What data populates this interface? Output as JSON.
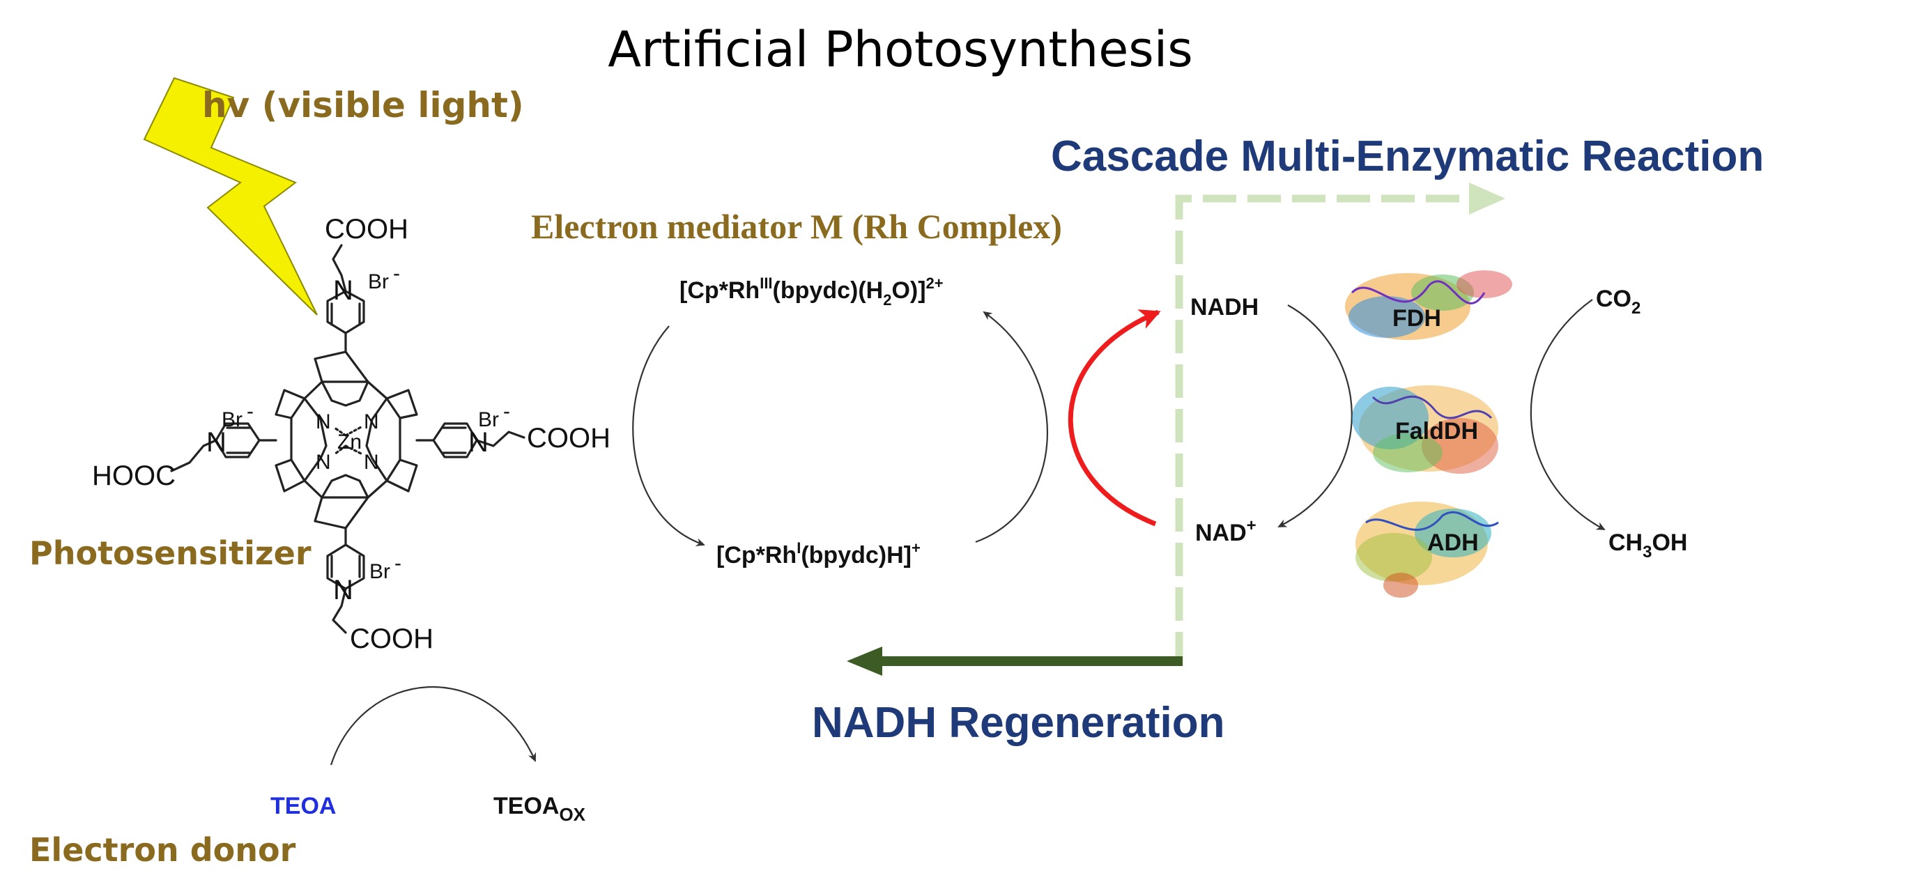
{
  "title": "Artificial Photosynthesis",
  "light_label": "hv (visible light)",
  "photosensitizer": {
    "label": "Photosensitizer",
    "groups": [
      "COOH",
      "HOOC",
      "COOH",
      "COOH"
    ],
    "bromide": "Br",
    "charge": "-",
    "metal": "Zn",
    "nitrogen": "N"
  },
  "mediator": {
    "label": "Electron mediator M (Rh Complex)",
    "oxidized": {
      "prefix": "[Cp*Rh",
      "sup": "III",
      "middle": "(bpydc)(H",
      "sub": "2",
      "suffix": "O)]",
      "charge": "2+"
    },
    "reduced": {
      "prefix": "[Cp*Rh",
      "sup": "I",
      "suffix": "(bpydc)H]",
      "charge": "+"
    }
  },
  "cascade_label": "Cascade Multi-Enzymatic  Reaction",
  "regeneration_label": "NADH Regeneration",
  "cofactors": {
    "nadh": "NADH",
    "nad": "NAD",
    "nad_charge": "+"
  },
  "enzymes": [
    "FDH",
    "FaldDH",
    "ADH"
  ],
  "substrates": {
    "co2_main": "CO",
    "co2_sub": "2",
    "ch3oh_a": "CH",
    "ch3oh_sub": "3",
    "ch3oh_b": "OH"
  },
  "donor": {
    "label": "Electron donor",
    "teoa": "TEOA",
    "teoa_ox_main": "TEOA",
    "teoa_ox_sub": "OX"
  },
  "colors": {
    "olive_text": "#8a6a1e",
    "navy_text": "#1f3a78",
    "lightning": "#f5f000",
    "red_arrow": "#ee1c1c",
    "dark_green_arrow": "#3d5c25",
    "light_green_arrow": "#cfe3bd",
    "teoa_blue": "#1f2fe0"
  }
}
